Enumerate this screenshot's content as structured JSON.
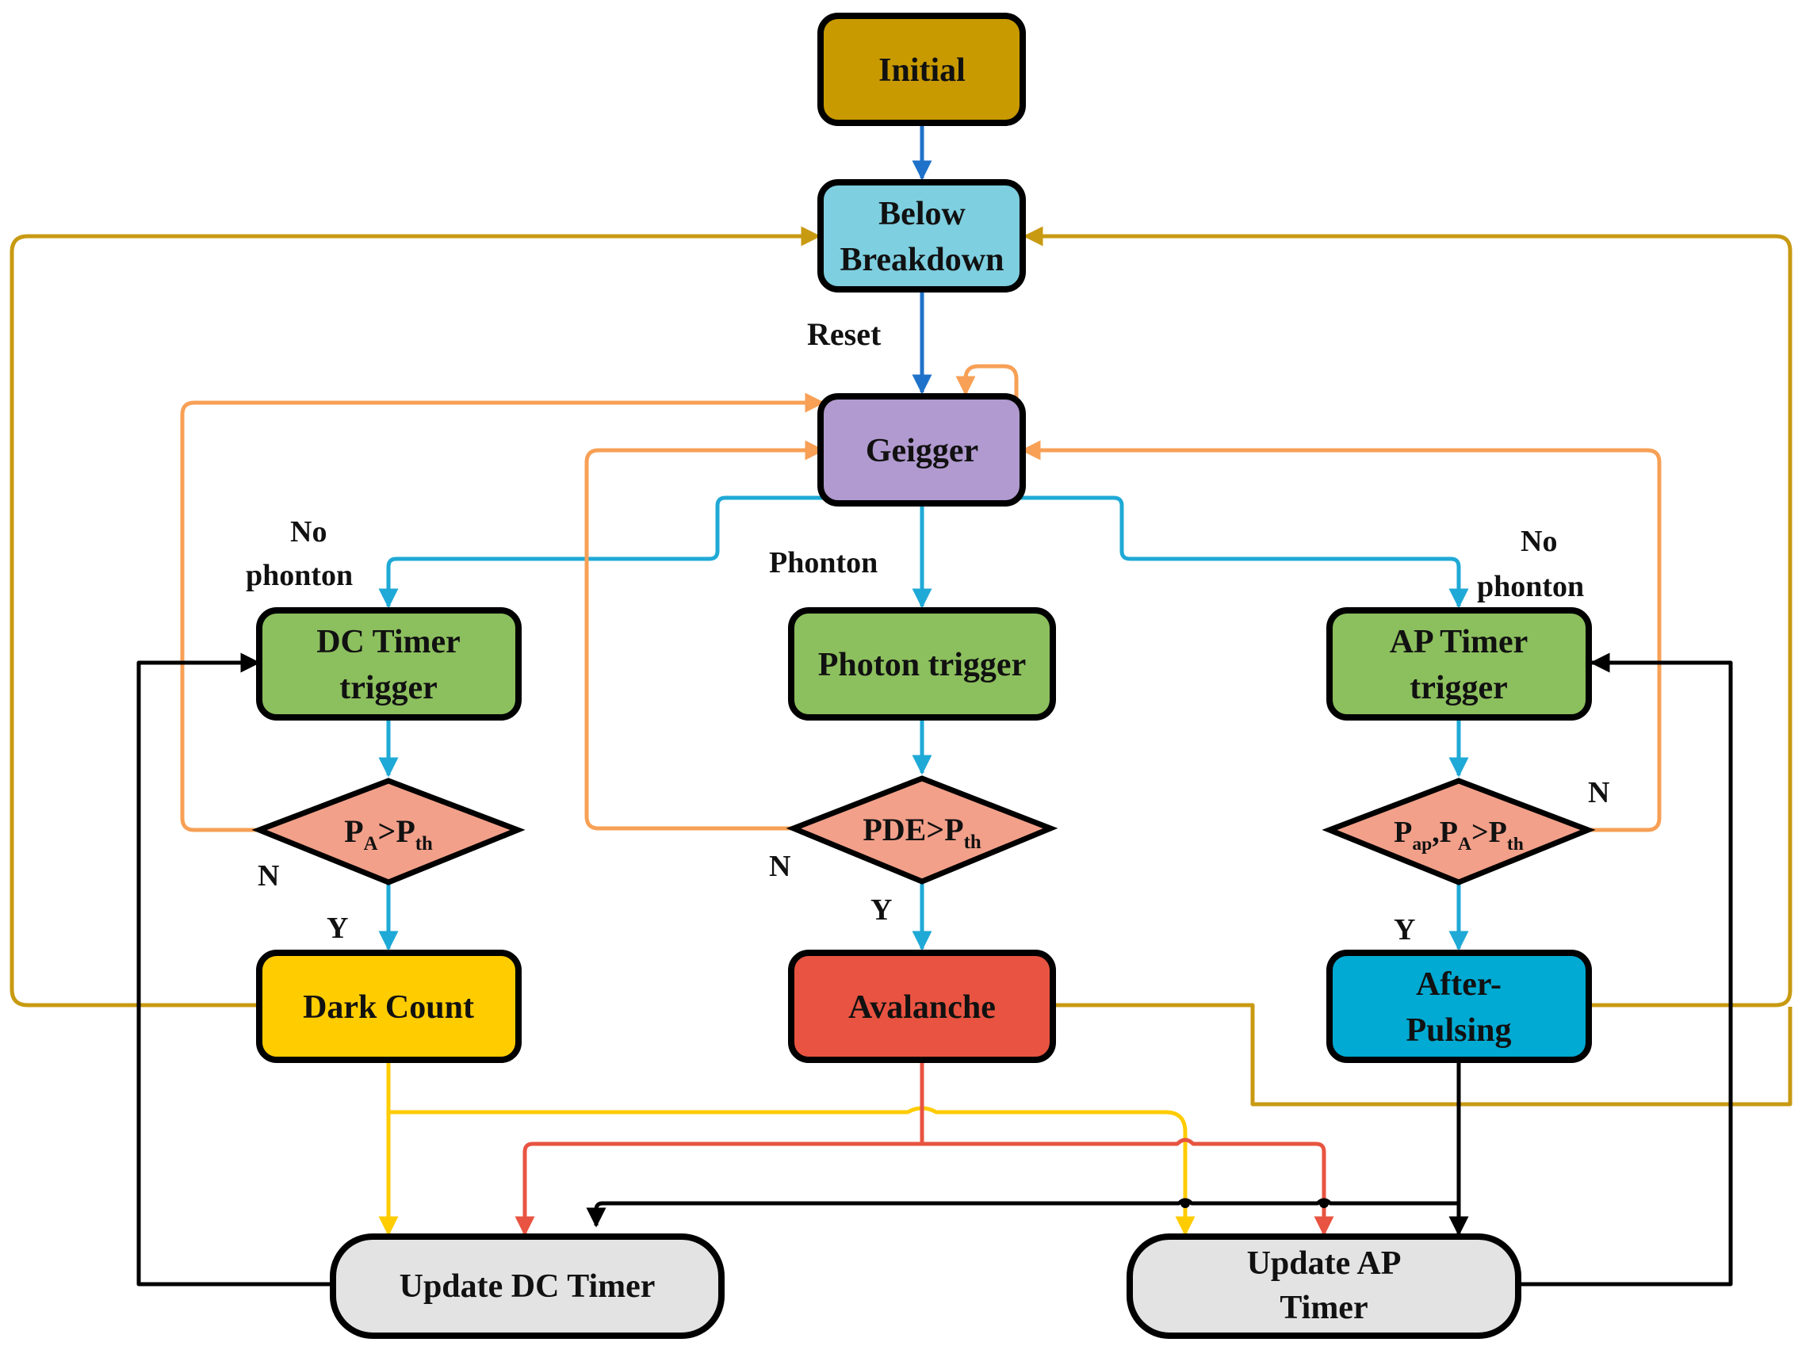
{
  "colors": {
    "initial": "#C89A00",
    "below_breakdown": "#7ECFE0",
    "geigger": "#B09ACF",
    "timer_trigger": "#8CBF5E",
    "decision": "#F2A08A",
    "dark_count": "#FFCC00",
    "avalanche": "#E85441",
    "after_pulsing": "#00AAD2",
    "update_timer": "#E3E3E3",
    "line_blue_dark": "#1F72C9",
    "line_cyan": "#1FA9D6",
    "line_orange": "#F7A056",
    "line_gold": "#C89A12",
    "line_yellow": "#FFCC00",
    "line_red": "#E85441",
    "line_black": "#000000"
  },
  "nodes": {
    "initial": {
      "label": "Initial"
    },
    "below_breakdown": {
      "line1": "Below",
      "line2": "Breakdown"
    },
    "geigger": {
      "label": "Geigger"
    },
    "dc_timer_trigger": {
      "line1": "DC Timer",
      "line2": "trigger"
    },
    "photon_trigger": {
      "label": "Photon trigger"
    },
    "ap_timer_trigger": {
      "line1": "AP Timer",
      "line2": "trigger"
    },
    "decision_dc": {
      "p": "P",
      "a_sub": "A",
      "gt": ">P",
      "th_sub": "th"
    },
    "decision_pde": {
      "main": "PDE>P",
      "th_sub": "th"
    },
    "decision_ap": {
      "p": "P",
      "ap_sub": "ap",
      "comma": ",P",
      "a_sub": "A",
      "gt": ">P",
      "th_sub": "th"
    },
    "dark_count": {
      "label": "Dark Count"
    },
    "avalanche": {
      "label": "Avalanche"
    },
    "after_pulsing": {
      "line1": "After-",
      "line2": "Pulsing"
    },
    "update_dc_timer": {
      "label": "Update DC Timer"
    },
    "update_ap_timer": {
      "line1": "Update AP",
      "line2": "Timer"
    }
  },
  "edge_labels": {
    "reset": "Reset",
    "no_photon_left_1": "No",
    "no_photon_left_2": "phonton",
    "photon_center": "Phonton",
    "no_photon_right_1": "No",
    "no_photon_right_2": "phonton",
    "n_left": "N",
    "y_left": "Y",
    "n_center": "N",
    "y_center": "Y",
    "n_right": "N",
    "y_right": "Y"
  }
}
